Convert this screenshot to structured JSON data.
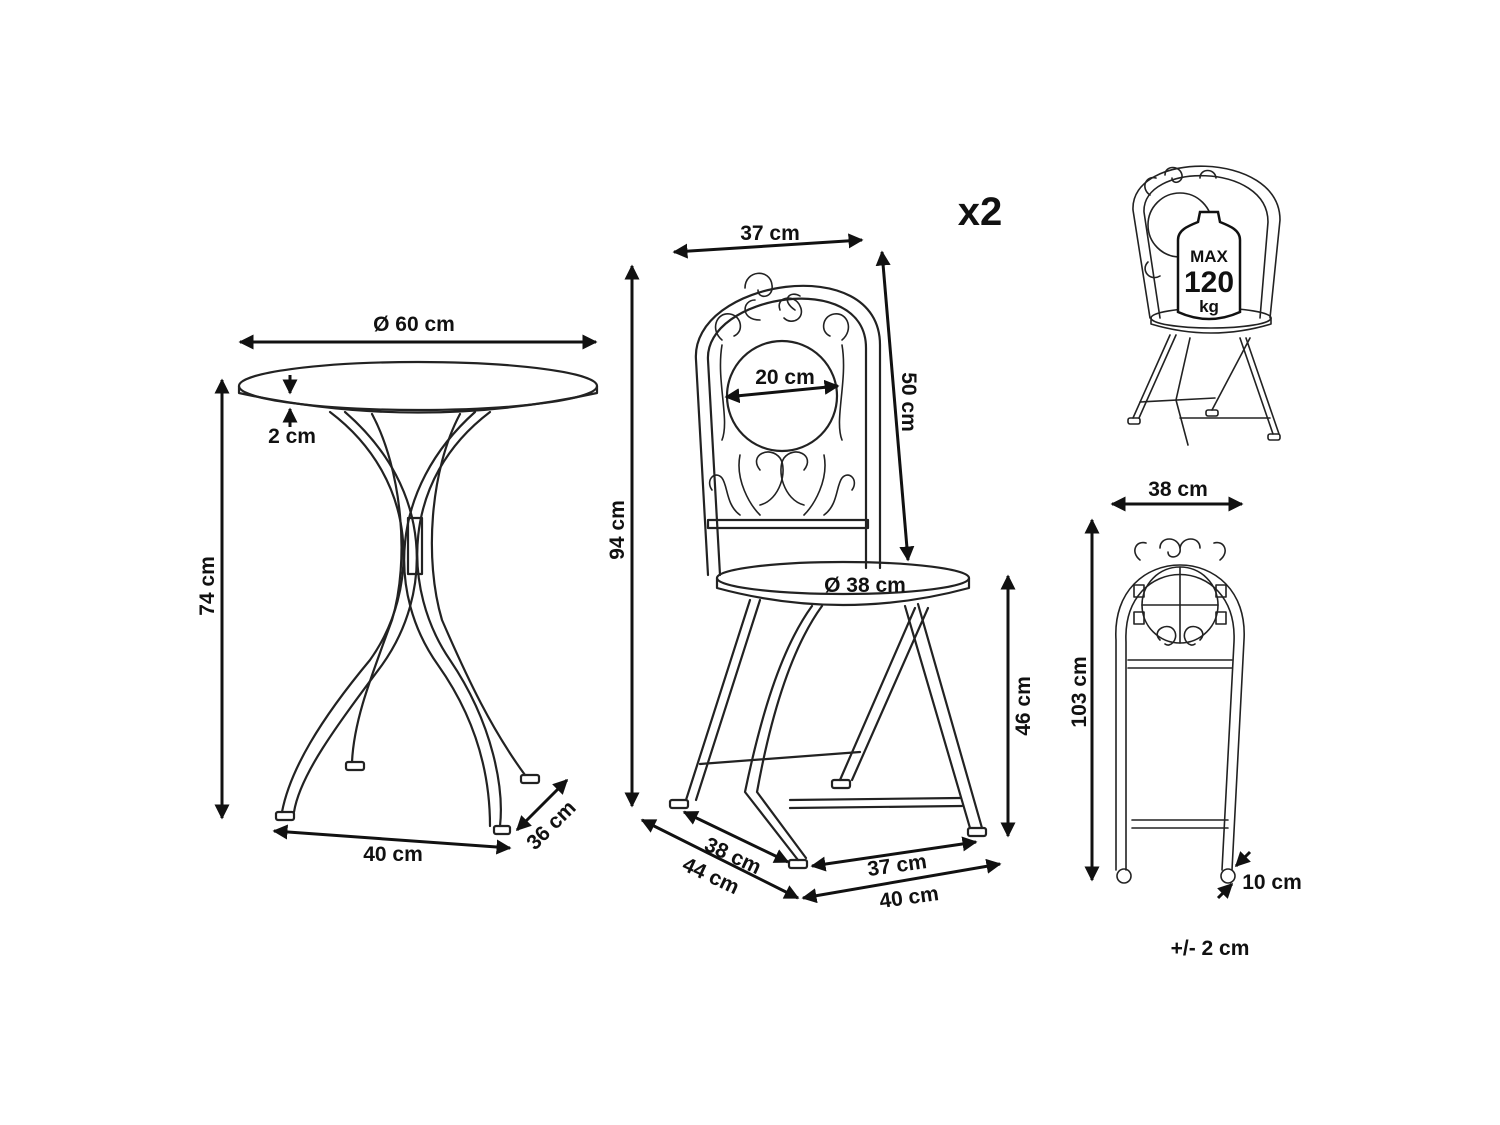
{
  "table": {
    "diameter": "Ø 60 cm",
    "top_thickness": "2 cm",
    "height": "74 cm",
    "base_width": "40 cm",
    "base_depth": "36 cm"
  },
  "chair": {
    "quantity": "x2",
    "back_width": "37 cm",
    "total_height": "94 cm",
    "back_height": "50 cm",
    "medallion": "20 cm",
    "seat_diameter": "Ø 38 cm",
    "seat_height": "46 cm",
    "inner_depth": "38 cm",
    "outer_depth": "44 cm",
    "inner_width": "37 cm",
    "outer_width": "40 cm"
  },
  "load_badge": {
    "line1": "MAX",
    "line2": "120",
    "line3": "kg"
  },
  "folded_chair": {
    "width": "38 cm",
    "height": "103 cm",
    "thickness": "10 cm"
  },
  "tolerance": "+/- 2 cm"
}
